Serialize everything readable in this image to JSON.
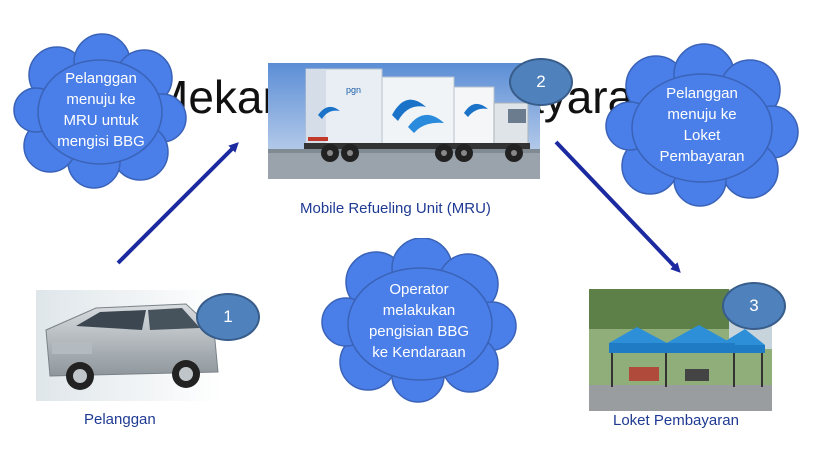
{
  "title": "Mekanisme Pembayaran",
  "steps": [
    {
      "number": "1",
      "caption": "Pelanggan"
    },
    {
      "number": "2",
      "caption": "Mobile Refueling Unit (MRU)"
    },
    {
      "number": "3",
      "caption": "Loket Pembayaran"
    }
  ],
  "clouds": {
    "left": [
      "Pelanggan",
      "menuju ke",
      "MRU untuk",
      "mengisi BBG"
    ],
    "right": [
      "Pelanggan",
      "menuju ke",
      "Loket",
      "Pembayaran"
    ],
    "center": [
      "Operator",
      "melakukan",
      "pengisian BBG",
      "ke Kendaraan"
    ]
  },
  "truck_logo": "pgn",
  "colors": {
    "cloud_fill": "#4a7ee8",
    "badge_fill": "#4f81bd",
    "arrow": "#1c2aa0",
    "caption": "#1f3a93"
  }
}
